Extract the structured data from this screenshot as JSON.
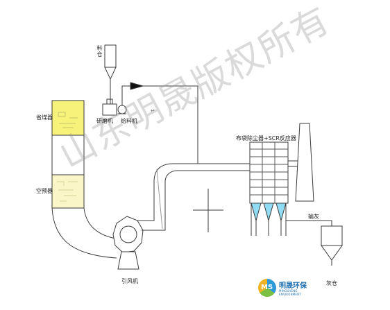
{
  "labels": {
    "silo": "料仓",
    "mill": "研磨机",
    "feeder": "给料机",
    "economizer": "省煤器",
    "air_preheater": "空预器",
    "scr_reactor": "布袋除尘器+SCR反应器",
    "induced_fan": "引风机",
    "ash_silo": "灰仓",
    "ash_conveyor": "输灰",
    "stray_mark": "↵"
  },
  "watermark": "山东明晟版权所有",
  "brand": {
    "name": "明晟环保",
    "subtitle": "MINGSHENG ENVIRONMENT",
    "mark": "MS"
  },
  "colors": {
    "line": "#3a3a3a",
    "economizer_fill": "#f6f27a",
    "preheater_fill": "#fbf6c8",
    "hopper_fill": "#8fdcf4",
    "watermark": "#969696"
  }
}
